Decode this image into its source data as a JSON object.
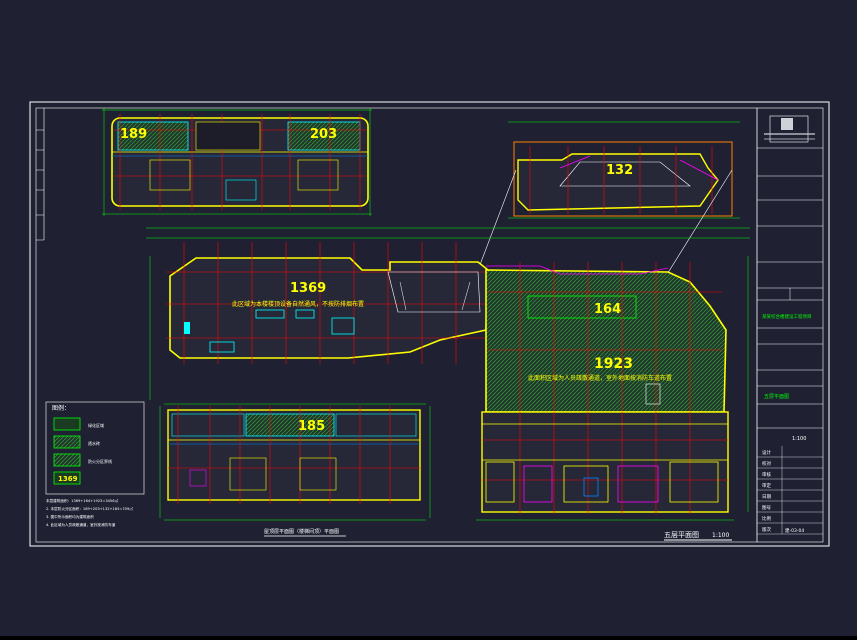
{
  "drawing": {
    "background_color": "#1f2133",
    "frame_color": "#ffffff",
    "wall_color": "#ffff00",
    "grid_color": "#ff0000",
    "hatch_color": "#00ff00",
    "dimension_color": "#00ff00",
    "cyan_color": "#00ffff",
    "magenta_color": "#ff00ff",
    "view_box_color": "#ff8000",
    "areas": {
      "top_left_a": "189",
      "top_left_b": "203",
      "top_right": "132",
      "main_left": "1369",
      "main_right_small": "164",
      "main_right_large": "1923",
      "bottom_left": "185"
    },
    "notes": {
      "main_left_note": "此区域为本楼楼顶设备自然通风，不按防排烟布置",
      "main_right_note": "此面积区域为人员疏散通道，室外地面按消防车道布置"
    },
    "title_main": "五层平面图",
    "title_scale": "1:100",
    "title_bottom_left": "屋顶层平面图（楼梯间顶）平面图",
    "legend": {
      "heading": "图例：",
      "items": [
        "绿化区域",
        "透水砖",
        "防火分区界线",
        "1369"
      ],
      "notes": [
        "本层建筑面积：1369+164+1923=3456㎡",
        "2. 本层防火分区面积：189+203+132+185=709㎡",
        "3. 图中所示面积均为建筑面积",
        "4. 此区域为人员疏散通道，室外按消防车道"
      ]
    },
    "title_block": {
      "project": "某某综合楼建设工程项目",
      "drawing_name": "五层平面图",
      "scale_value": "1:100",
      "sheet_no": "建-03-04",
      "fields": [
        "设计",
        "校对",
        "审核",
        "审定",
        "日期",
        "图号",
        "比例",
        "版次"
      ]
    }
  }
}
